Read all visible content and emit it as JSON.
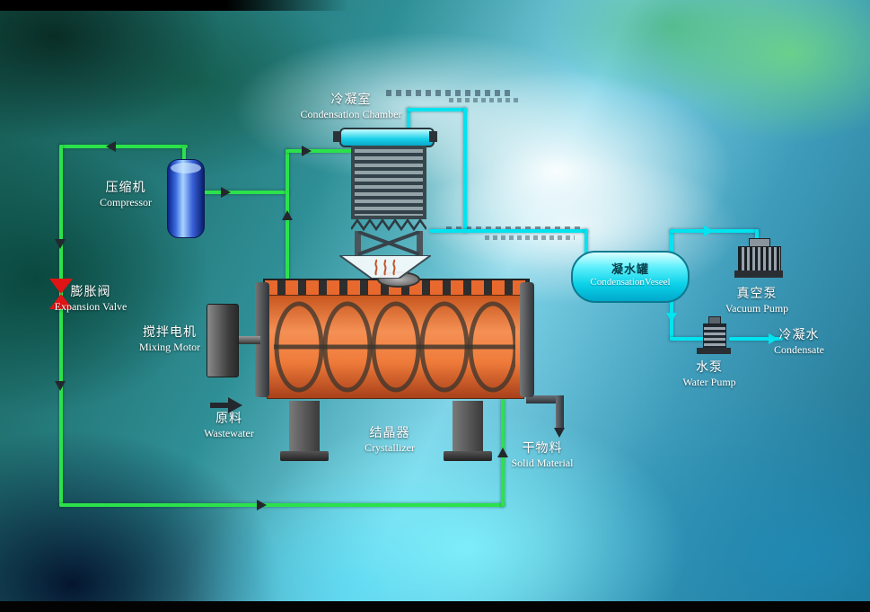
{
  "labels": {
    "condensation_chamber": {
      "zh": "冷凝室",
      "en": "Condensation Chamber"
    },
    "compressor": {
      "zh": "压缩机",
      "en": "Compressor"
    },
    "expansion_valve": {
      "zh": "膨胀阀",
      "en": "Expansion Valve"
    },
    "mixing_motor": {
      "zh": "搅拌电机",
      "en": "Mixing Motor"
    },
    "wastewater": {
      "zh": "原料",
      "en": "Wastewater"
    },
    "crystallizer": {
      "zh": "结晶器",
      "en": "Crystallizer"
    },
    "solid_material": {
      "zh": "干物料",
      "en": "Solid Material"
    },
    "condensation_vessel": {
      "zh": "凝水罐",
      "en": "CondensationVeseel"
    },
    "vacuum_pump": {
      "zh": "真空泵",
      "en": "Vacuum Pump"
    },
    "water_pump": {
      "zh": "水泵",
      "en": "Water Pump"
    },
    "condensate": {
      "zh": "冷凝水",
      "en": "Condensate"
    }
  },
  "colors": {
    "pipe_green": "#2ce24b",
    "pipe_cyan": "#00e4f0",
    "arrow_dark": "#23282e",
    "valve_red": "#e01414",
    "crystallizer_orange": "#e8692e",
    "compressor_blue": "#2c57d8",
    "vessel_cyan": "#12d4ea",
    "metal_gray": "#4a4f55"
  }
}
